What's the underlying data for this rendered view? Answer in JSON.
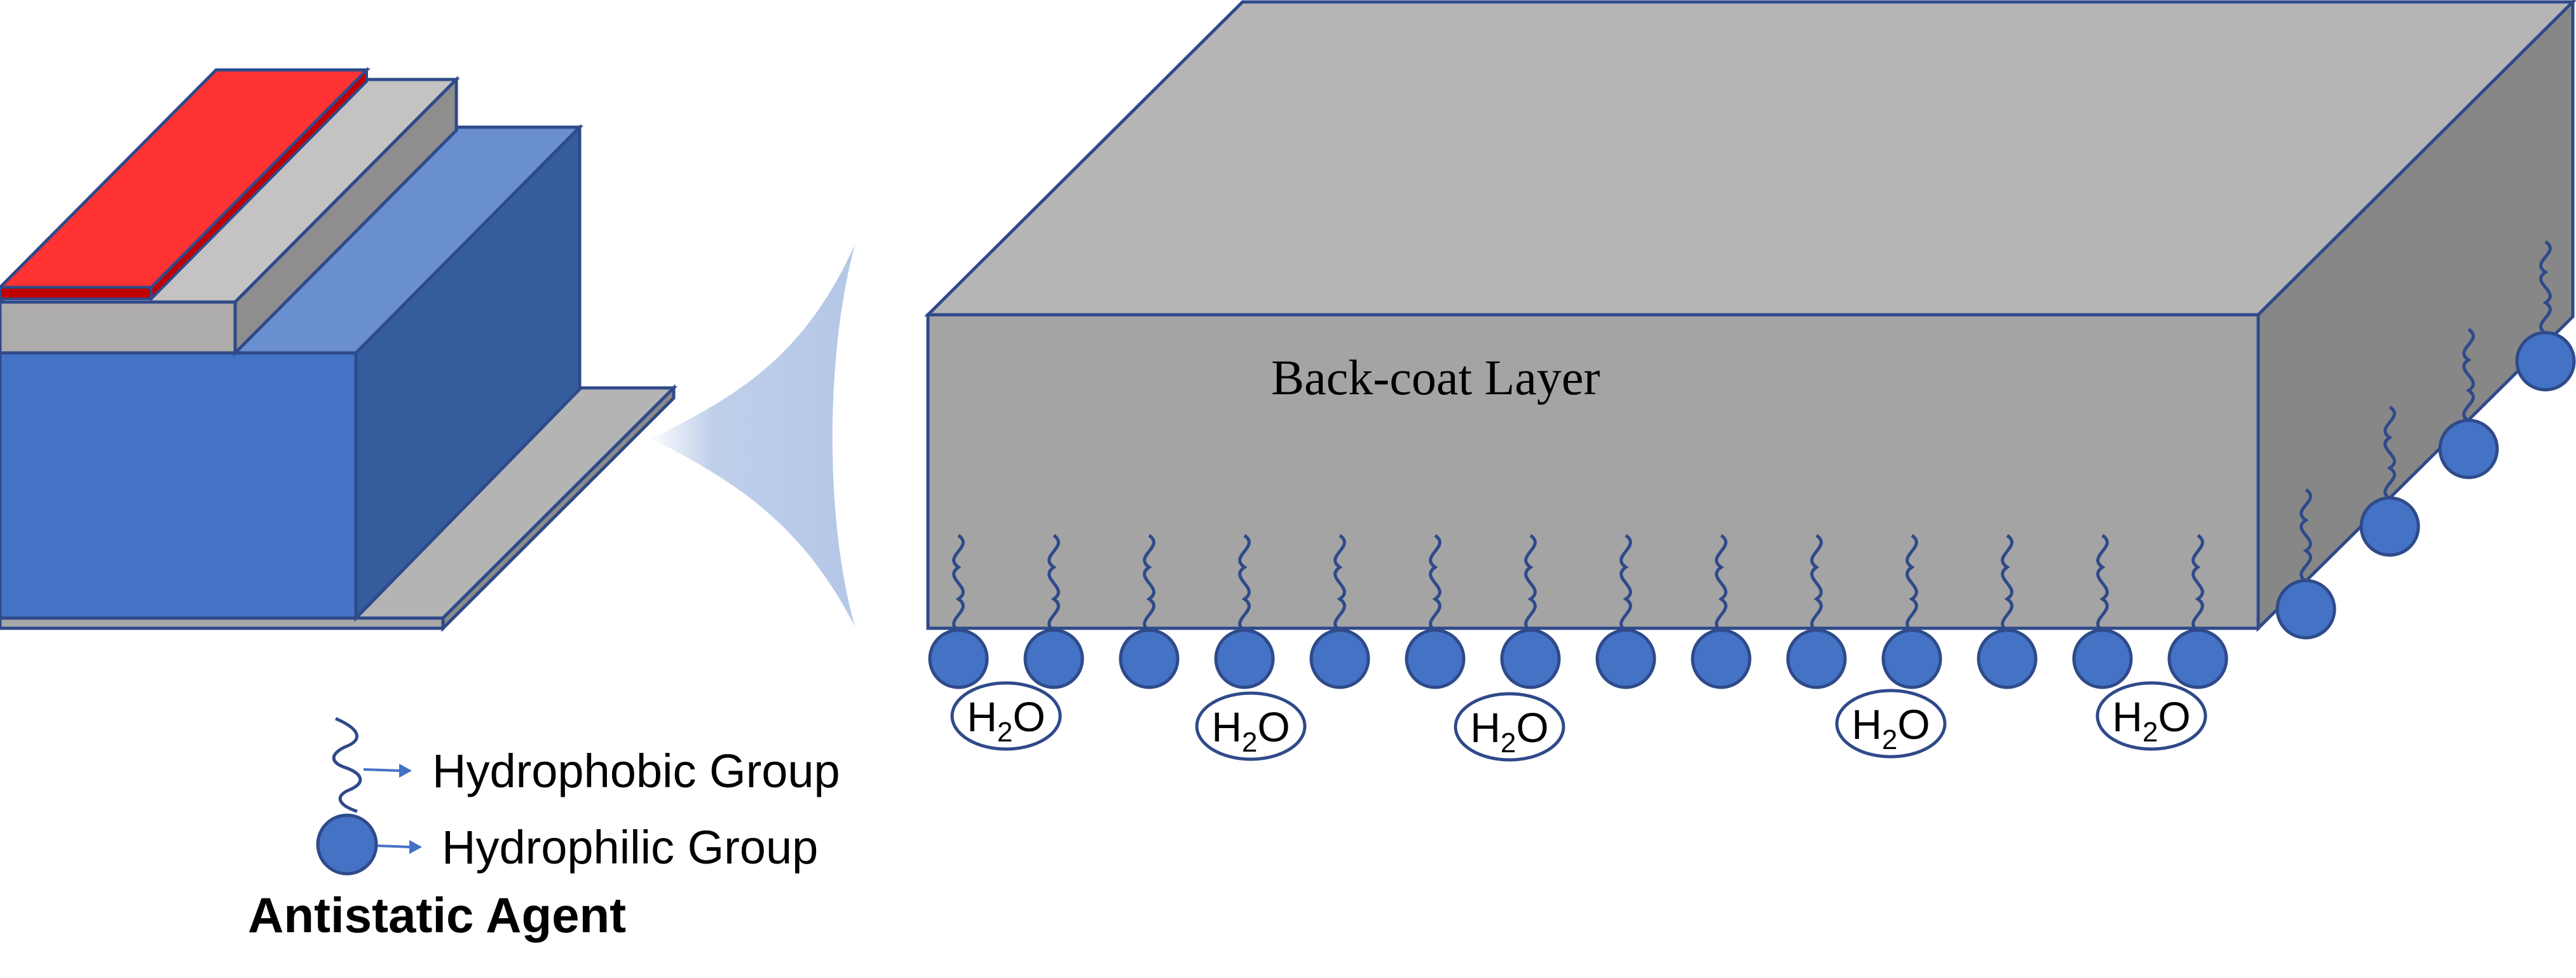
{
  "labels": {
    "back_coat_layer": "Back-coat Layer",
    "water_label": "H2O",
    "water_main": "H",
    "water_sub": "2",
    "water_tail": "O"
  },
  "legend": {
    "hydrophobic": "Hydrophobic Group",
    "hydrophilic": "Hydrophilic Group",
    "title": "Antistatic Agent"
  },
  "colors": {
    "background": "#ffffff",
    "outline": "#2f4a8a",
    "blue_front": "#4472c4",
    "blue_top": "#6a8fd0",
    "blue_side": "#355c9c",
    "red_top": "#ff3333",
    "red_edge": "#c00000",
    "beige_top": "#c4c2c2",
    "beige_front": "#aeabab",
    "beige_side": "#8f8d8d",
    "plate_top": "#b4b4b4",
    "layer_top": "#b5b5b5",
    "layer_front": "#a4a4a4",
    "layer_side": "#878787",
    "hydrophilic_ball": "#4472c4",
    "zoom_cone": "#b4c7e7",
    "text": "#000000"
  }
}
